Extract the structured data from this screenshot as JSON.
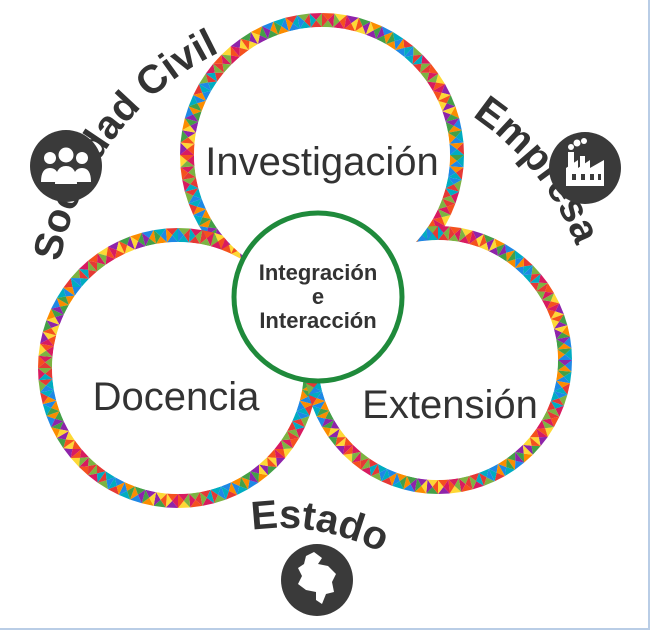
{
  "diagram": {
    "center": {
      "line1": "Integración",
      "line2": "e",
      "line3": "Interacción"
    },
    "nodes": {
      "top": "Investigación",
      "left": "Docencia",
      "right": "Extensión"
    },
    "actors": {
      "civil": "Sociedad Civil",
      "empresa": "Empresa",
      "estado": "Estado"
    },
    "icons": {
      "civil": "people-group-icon",
      "empresa": "factory-icon",
      "estado": "colombia-map-icon"
    },
    "colors": {
      "text": "#333333",
      "center_ring": "#1f8a3b",
      "icon_bg": "#3a3a3a",
      "mosaic": [
        "#e53935",
        "#fb8c00",
        "#fdd835",
        "#7cb342",
        "#1e88e5",
        "#8e24aa",
        "#d81b60",
        "#00acc1",
        "#43a047",
        "#f4511e"
      ]
    }
  }
}
